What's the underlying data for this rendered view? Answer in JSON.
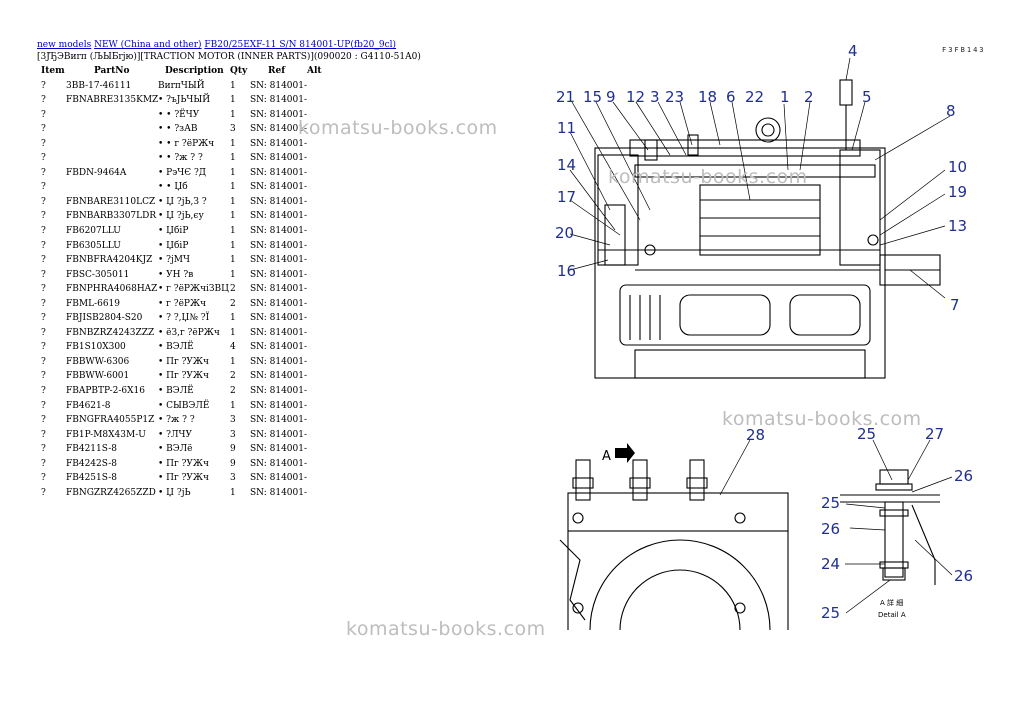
{
  "breadcrumb": {
    "link1": "new models",
    "link2": "NEW (China and other)",
    "link3": "FB20/25EXF-11 S/N 814001-UP(fb20_9cl)"
  },
  "subtitle": "[3JЂЭВиrп (ЉЫБrjю)][TRACTION MOTOR (INNER PARTS)](090020 : G4110-51A0)",
  "table": {
    "headers": [
      "Item",
      "PartNo",
      "Description",
      "Qty",
      "Ref",
      "Alt"
    ],
    "rows": [
      {
        "item": "?",
        "part": "3BB-17-46111",
        "desc": "ВиrпЧЫЙ",
        "qty": "1",
        "ref": "SN: 814001-"
      },
      {
        "item": "?",
        "part": "FBNABRE3135KMZ",
        "desc": "• ?ъЈЬЧЫЙ",
        "qty": "1",
        "ref": "SN: 814001-"
      },
      {
        "item": "?",
        "part": "",
        "desc": "• • ?ЁЧУ",
        "qty": "1",
        "ref": "SN: 814001-"
      },
      {
        "item": "?",
        "part": "",
        "desc": "• • ?зАВ",
        "qty": "3",
        "ref": "SN: 814001-"
      },
      {
        "item": "?",
        "part": "",
        "desc": "• • г ?ёРЖч",
        "qty": "1",
        "ref": "SN: 814001-"
      },
      {
        "item": "?",
        "part": "",
        "desc": "• • ?ж ? ?",
        "qty": "1",
        "ref": "SN: 814001-"
      },
      {
        "item": "?",
        "part": "FBDN-9464A",
        "desc": "• РэЧЄ ?Д",
        "qty": "1",
        "ref": "SN: 814001-"
      },
      {
        "item": "?",
        "part": "",
        "desc": "• • Џб",
        "qty": "1",
        "ref": "SN: 814001-"
      },
      {
        "item": "?",
        "part": "FBNBARE3110LCZ",
        "desc": "• Џ ?jЬ,З ?",
        "qty": "1",
        "ref": "SN: 814001-"
      },
      {
        "item": "?",
        "part": "FBNBARB3307LDR",
        "desc": "• Џ ?jЬ,єу",
        "qty": "1",
        "ref": "SN: 814001-"
      },
      {
        "item": "?",
        "part": "FB6207LLU",
        "desc": "• ЏбiР",
        "qty": "1",
        "ref": "SN: 814001-"
      },
      {
        "item": "?",
        "part": "FB6305LLU",
        "desc": "• ЏбiР",
        "qty": "1",
        "ref": "SN: 814001-"
      },
      {
        "item": "?",
        "part": "FBNBFRA4204KJZ",
        "desc": "• ?jМЧ",
        "qty": "1",
        "ref": "SN: 814001-"
      },
      {
        "item": "?",
        "part": "FBSC-305011",
        "desc": "• УН ?в",
        "qty": "1",
        "ref": "SN: 814001-"
      },
      {
        "item": "?",
        "part": "FBNPHRA4068HAZ",
        "desc": "• г ?ёРЖчiЗВЦ",
        "qty": "2",
        "ref": "SN: 814001-"
      },
      {
        "item": "?",
        "part": "FBML-6619",
        "desc": "• г ?ёРЖч",
        "qty": "2",
        "ref": "SN: 814001-"
      },
      {
        "item": "?",
        "part": "FBJISB2804-S20",
        "desc": "• ? ?,Џ№ ?Ї",
        "qty": "1",
        "ref": "SN: 814001-"
      },
      {
        "item": "?",
        "part": "FBNBZRZ4243ZZZ",
        "desc": "• ёЗ,г ?ёРЖч",
        "qty": "1",
        "ref": "SN: 814001-"
      },
      {
        "item": "?",
        "part": "FB1S10X300",
        "desc": "• ВЭЛЁ",
        "qty": "4",
        "ref": "SN: 814001-"
      },
      {
        "item": "?",
        "part": "FBBWW-6306",
        "desc": "• Пг ?УЖч",
        "qty": "1",
        "ref": "SN: 814001-"
      },
      {
        "item": "?",
        "part": "FBBWW-6001",
        "desc": "• Пг ?УЖч",
        "qty": "2",
        "ref": "SN: 814001-"
      },
      {
        "item": "?",
        "part": "FBAPBTP-2-6X16",
        "desc": "• ВЭЛЁ",
        "qty": "2",
        "ref": "SN: 814001-"
      },
      {
        "item": "?",
        "part": "FB4621-8",
        "desc": "• СЫВЭЛЁ",
        "qty": "1",
        "ref": "SN: 814001-"
      },
      {
        "item": "?",
        "part": "FBNGFRA4055P1Z",
        "desc": "• ?ж ? ?",
        "qty": "3",
        "ref": "SN: 814001-"
      },
      {
        "item": "?",
        "part": "FB1P-M8X43M-U",
        "desc": "• ?ЛЧУ",
        "qty": "3",
        "ref": "SN: 814001-"
      },
      {
        "item": "?",
        "part": "FB4211S-8",
        "desc": "• ВЭЛё",
        "qty": "9",
        "ref": "SN: 814001-"
      },
      {
        "item": "?",
        "part": "FB4242S-8",
        "desc": "• Пг ?УЖч",
        "qty": "9",
        "ref": "SN: 814001-"
      },
      {
        "item": "?",
        "part": "FB4251S-8",
        "desc": "• Пг ?УЖч",
        "qty": "3",
        "ref": "SN: 814001-"
      },
      {
        "item": "?",
        "part": "FBNGZRZ4265ZZD",
        "desc": "• Џ ?jЬ",
        "qty": "1",
        "ref": "SN: 814001-"
      }
    ]
  },
  "diagram": {
    "code": "F3FB143",
    "callouts_main": [
      "21",
      "15",
      "9",
      "12",
      "3",
      "23",
      "18",
      "6",
      "22",
      "1",
      "2",
      "4",
      "5",
      "8",
      "11",
      "14",
      "17",
      "20",
      "16",
      "10",
      "19",
      "13",
      "7"
    ],
    "callouts_detail": [
      "28",
      "25",
      "27",
      "26",
      "25",
      "26",
      "24",
      "26",
      "25"
    ],
    "detail_caption_line1": "A 詳 細",
    "detail_caption_line2": "Detail A",
    "view_label": "A"
  },
  "watermark": "komatsu-books.com"
}
